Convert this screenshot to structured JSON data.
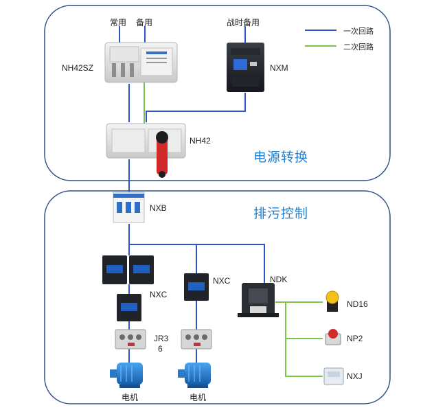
{
  "legend": {
    "primary_label": "一次回路",
    "secondary_label": "二次回路",
    "primary_color": "#2f55c8",
    "secondary_color": "#7cc44a"
  },
  "sections": {
    "power_title": "电源转换",
    "drain_title": "排污控制"
  },
  "labels": {
    "common": "常用",
    "backup": "备用",
    "wartime_backup": "战时备用",
    "nh42sz": "NH42SZ",
    "nxm": "NXM",
    "nh42": "NH42",
    "nxb": "NXB",
    "nxc_left": "NXC",
    "nxc_mid": "NXC",
    "ndk": "NDK",
    "jr36_line1": "JR3",
    "jr36_line2": "6",
    "motor_left": "电机",
    "motor_right": "电机",
    "nd16": "ND16",
    "np2": "NP2",
    "nxj": "NXJ"
  },
  "colors": {
    "panel_border": "#2d4f86",
    "title": "#1e7fd0"
  }
}
